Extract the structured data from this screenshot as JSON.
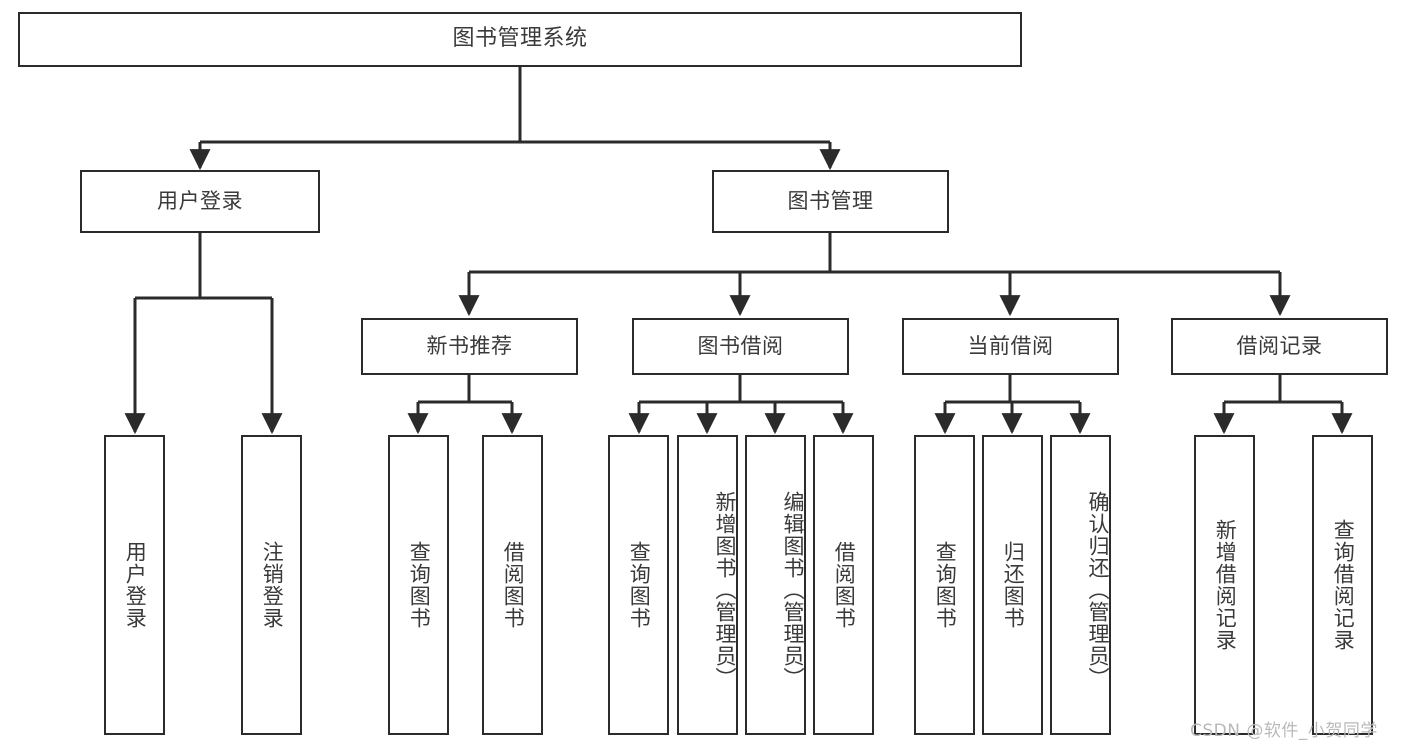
{
  "diagram": {
    "title": "图书管理系统",
    "type": "functional-structure-tree",
    "root": {
      "label": "图书管理系统"
    },
    "level2": [
      {
        "label": "用户登录"
      },
      {
        "label": "图书管理"
      }
    ],
    "level3": [
      {
        "label": "新书推荐"
      },
      {
        "label": "图书借阅"
      },
      {
        "label": "当前借阅"
      },
      {
        "label": "借阅记录"
      }
    ],
    "leaves": {
      "user_login": [
        {
          "label": "用户登录"
        },
        {
          "label": "注销登录"
        }
      ],
      "new_book_recommend": [
        {
          "label": "查询图书"
        },
        {
          "label": "借阅图书"
        }
      ],
      "book_borrow": [
        {
          "label": "查询图书"
        },
        {
          "label": "新增图书（管理员）"
        },
        {
          "label": "编辑图书（管理员）"
        },
        {
          "label": "借阅图书"
        }
      ],
      "current_borrow": [
        {
          "label": "查询图书"
        },
        {
          "label": "归还图书"
        },
        {
          "label": "确认归还（管理员）"
        }
      ],
      "borrow_record": [
        {
          "label": "新增借阅记录"
        },
        {
          "label": "查询借阅记录"
        }
      ]
    }
  },
  "watermark": {
    "text": "CSDN @软件_小贺同学"
  },
  "colors": {
    "background": "#ffffff",
    "box_border": "#2b2b2b",
    "box_fill": "#ffffff",
    "text": "#3a3a3a",
    "edge": "#2b2b2b",
    "watermark": "#b9b9b9"
  }
}
